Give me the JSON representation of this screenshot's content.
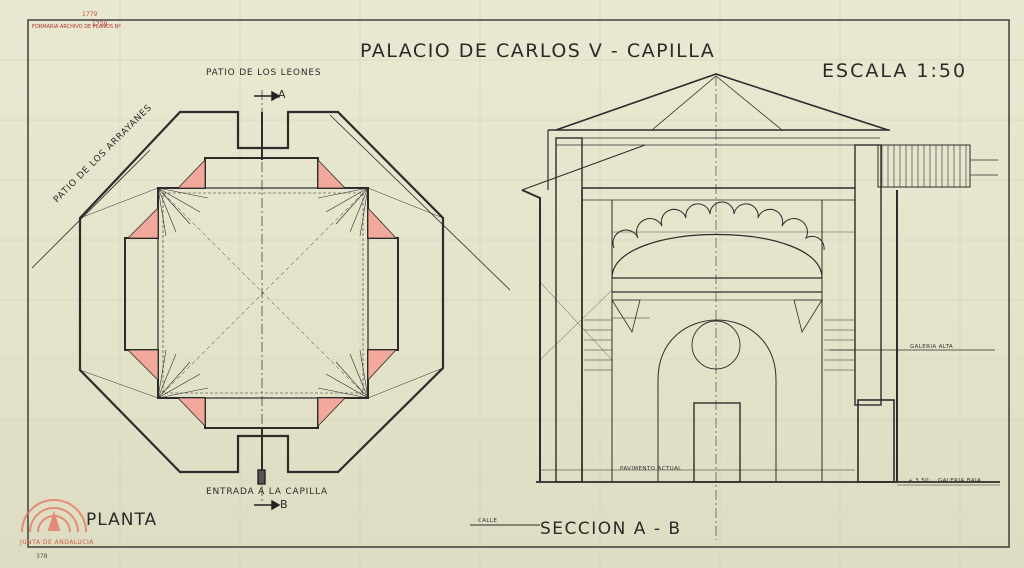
{
  "drawing": {
    "title": "PALACIO DE CARLOS V - CAPILLA",
    "scale": "ESCALA 1:50",
    "archive_label": "FORMARIA ARCHIVO DE PLANOS Nº",
    "archive_number": "1779",
    "stamp_number": "1779",
    "institution": "JUNTA DE ANDALUCIA",
    "sheet_number": "378"
  },
  "plan": {
    "caption": "PLANTA",
    "label_top": "PATIO DE LOS LEONES",
    "label_diag": "PATIO DE LOS ARRAYANES",
    "label_bottom": "ENTRADA A LA CAPILLA",
    "arrow_a": "A",
    "arrow_b": "B"
  },
  "section": {
    "caption": "SECCION A - B",
    "floor_label": "PAVIMENTO ACTUAL",
    "gallery_high": "GALERIA ALTA",
    "gallery_low": "GALERIA BAJA",
    "street_label": "CALLE",
    "level_label": "+ 3,50"
  },
  "colors": {
    "ink": "#2a2a2a",
    "accent": "#f2a89a",
    "paper": "#e6e5cc"
  }
}
